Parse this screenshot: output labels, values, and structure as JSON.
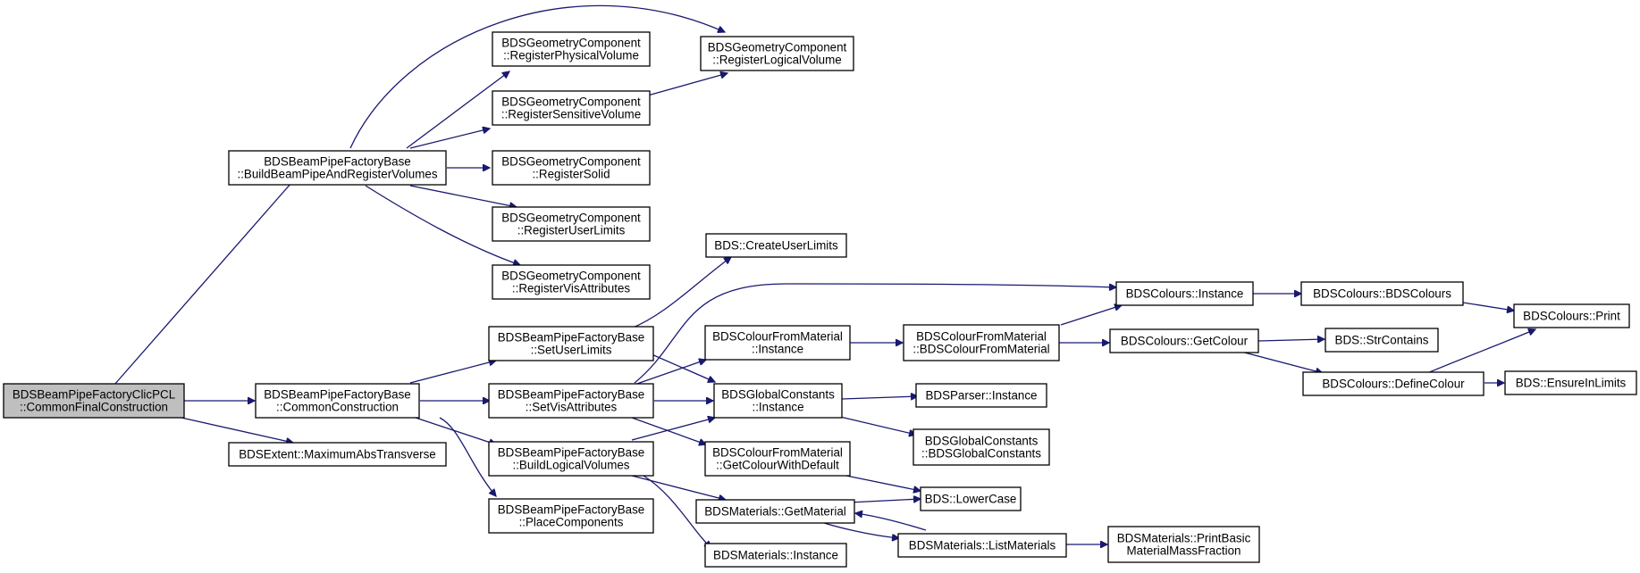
{
  "colors": {
    "edge": "#191970",
    "node_border": "#000000",
    "root_fill": "#bfbfbf",
    "node_fill": "#ffffff"
  },
  "nodes": {
    "n0": {
      "lines": [
        "BDSBeamPipeFactoryClicPCL",
        "::CommonFinalConstruction"
      ],
      "interactable": false
    },
    "n1": {
      "lines": [
        "BDSBeamPipeFactoryBase",
        "::BuildBeamPipeAndRegisterVolumes"
      ]
    },
    "n2": {
      "lines": [
        "BDSBeamPipeFactoryBase",
        "::CommonConstruction"
      ]
    },
    "n3": {
      "lines": [
        "BDSExtent::MaximumAbsTransverse"
      ]
    },
    "n4": {
      "lines": [
        "BDSGeometryComponent",
        "::RegisterPhysicalVolume"
      ]
    },
    "n5": {
      "lines": [
        "BDSGeometryComponent",
        "::RegisterSensitiveVolume"
      ]
    },
    "n6": {
      "lines": [
        "BDSGeometryComponent",
        "::RegisterSolid"
      ]
    },
    "n7": {
      "lines": [
        "BDSGeometryComponent",
        "::RegisterUserLimits"
      ]
    },
    "n8": {
      "lines": [
        "BDSGeometryComponent",
        "::RegisterVisAttributes"
      ]
    },
    "n9": {
      "lines": [
        "BDSGeometryComponent",
        "::RegisterLogicalVolume"
      ]
    },
    "n10": {
      "lines": [
        "BDSBeamPipeFactoryBase",
        "::SetUserLimits"
      ]
    },
    "n11": {
      "lines": [
        "BDSBeamPipeFactoryBase",
        "::SetVisAttributes"
      ]
    },
    "n12": {
      "lines": [
        "BDSBeamPipeFactoryBase",
        "::BuildLogicalVolumes"
      ]
    },
    "n13": {
      "lines": [
        "BDSBeamPipeFactoryBase",
        "::PlaceComponents"
      ]
    },
    "n14": {
      "lines": [
        "BDS::CreateUserLimits"
      ]
    },
    "n15": {
      "lines": [
        "BDSColourFromMaterial",
        "::Instance"
      ]
    },
    "n16": {
      "lines": [
        "BDSGlobalConstants",
        "::Instance"
      ]
    },
    "n17": {
      "lines": [
        "BDSColourFromMaterial",
        "::GetColourWithDefault"
      ]
    },
    "n18": {
      "lines": [
        "BDSMaterials::GetMaterial"
      ]
    },
    "n19": {
      "lines": [
        "BDSMaterials::Instance"
      ]
    },
    "n20": {
      "lines": [
        "BDSColourFromMaterial",
        "::BDSColourFromMaterial"
      ]
    },
    "n21": {
      "lines": [
        "BDSParser::Instance"
      ]
    },
    "n22": {
      "lines": [
        "BDSGlobalConstants",
        "::BDSGlobalConstants"
      ]
    },
    "n23": {
      "lines": [
        "BDS::LowerCase"
      ]
    },
    "n24": {
      "lines": [
        "BDSMaterials::ListMaterials"
      ]
    },
    "n25": {
      "lines": [
        "BDSColours::Instance"
      ]
    },
    "n26": {
      "lines": [
        "BDSColours::GetColour"
      ]
    },
    "n27": {
      "lines": [
        "BDSMaterials::PrintBasic",
        "MaterialMassFraction"
      ]
    },
    "n28": {
      "lines": [
        "BDSColours::BDSColours"
      ]
    },
    "n29": {
      "lines": [
        "BDS::StrContains"
      ]
    },
    "n30": {
      "lines": [
        "BDSColours::DefineColour"
      ]
    },
    "n31": {
      "lines": [
        "BDSColours::Print"
      ]
    },
    "n32": {
      "lines": [
        "BDS::EnsureInLimits"
      ]
    }
  }
}
